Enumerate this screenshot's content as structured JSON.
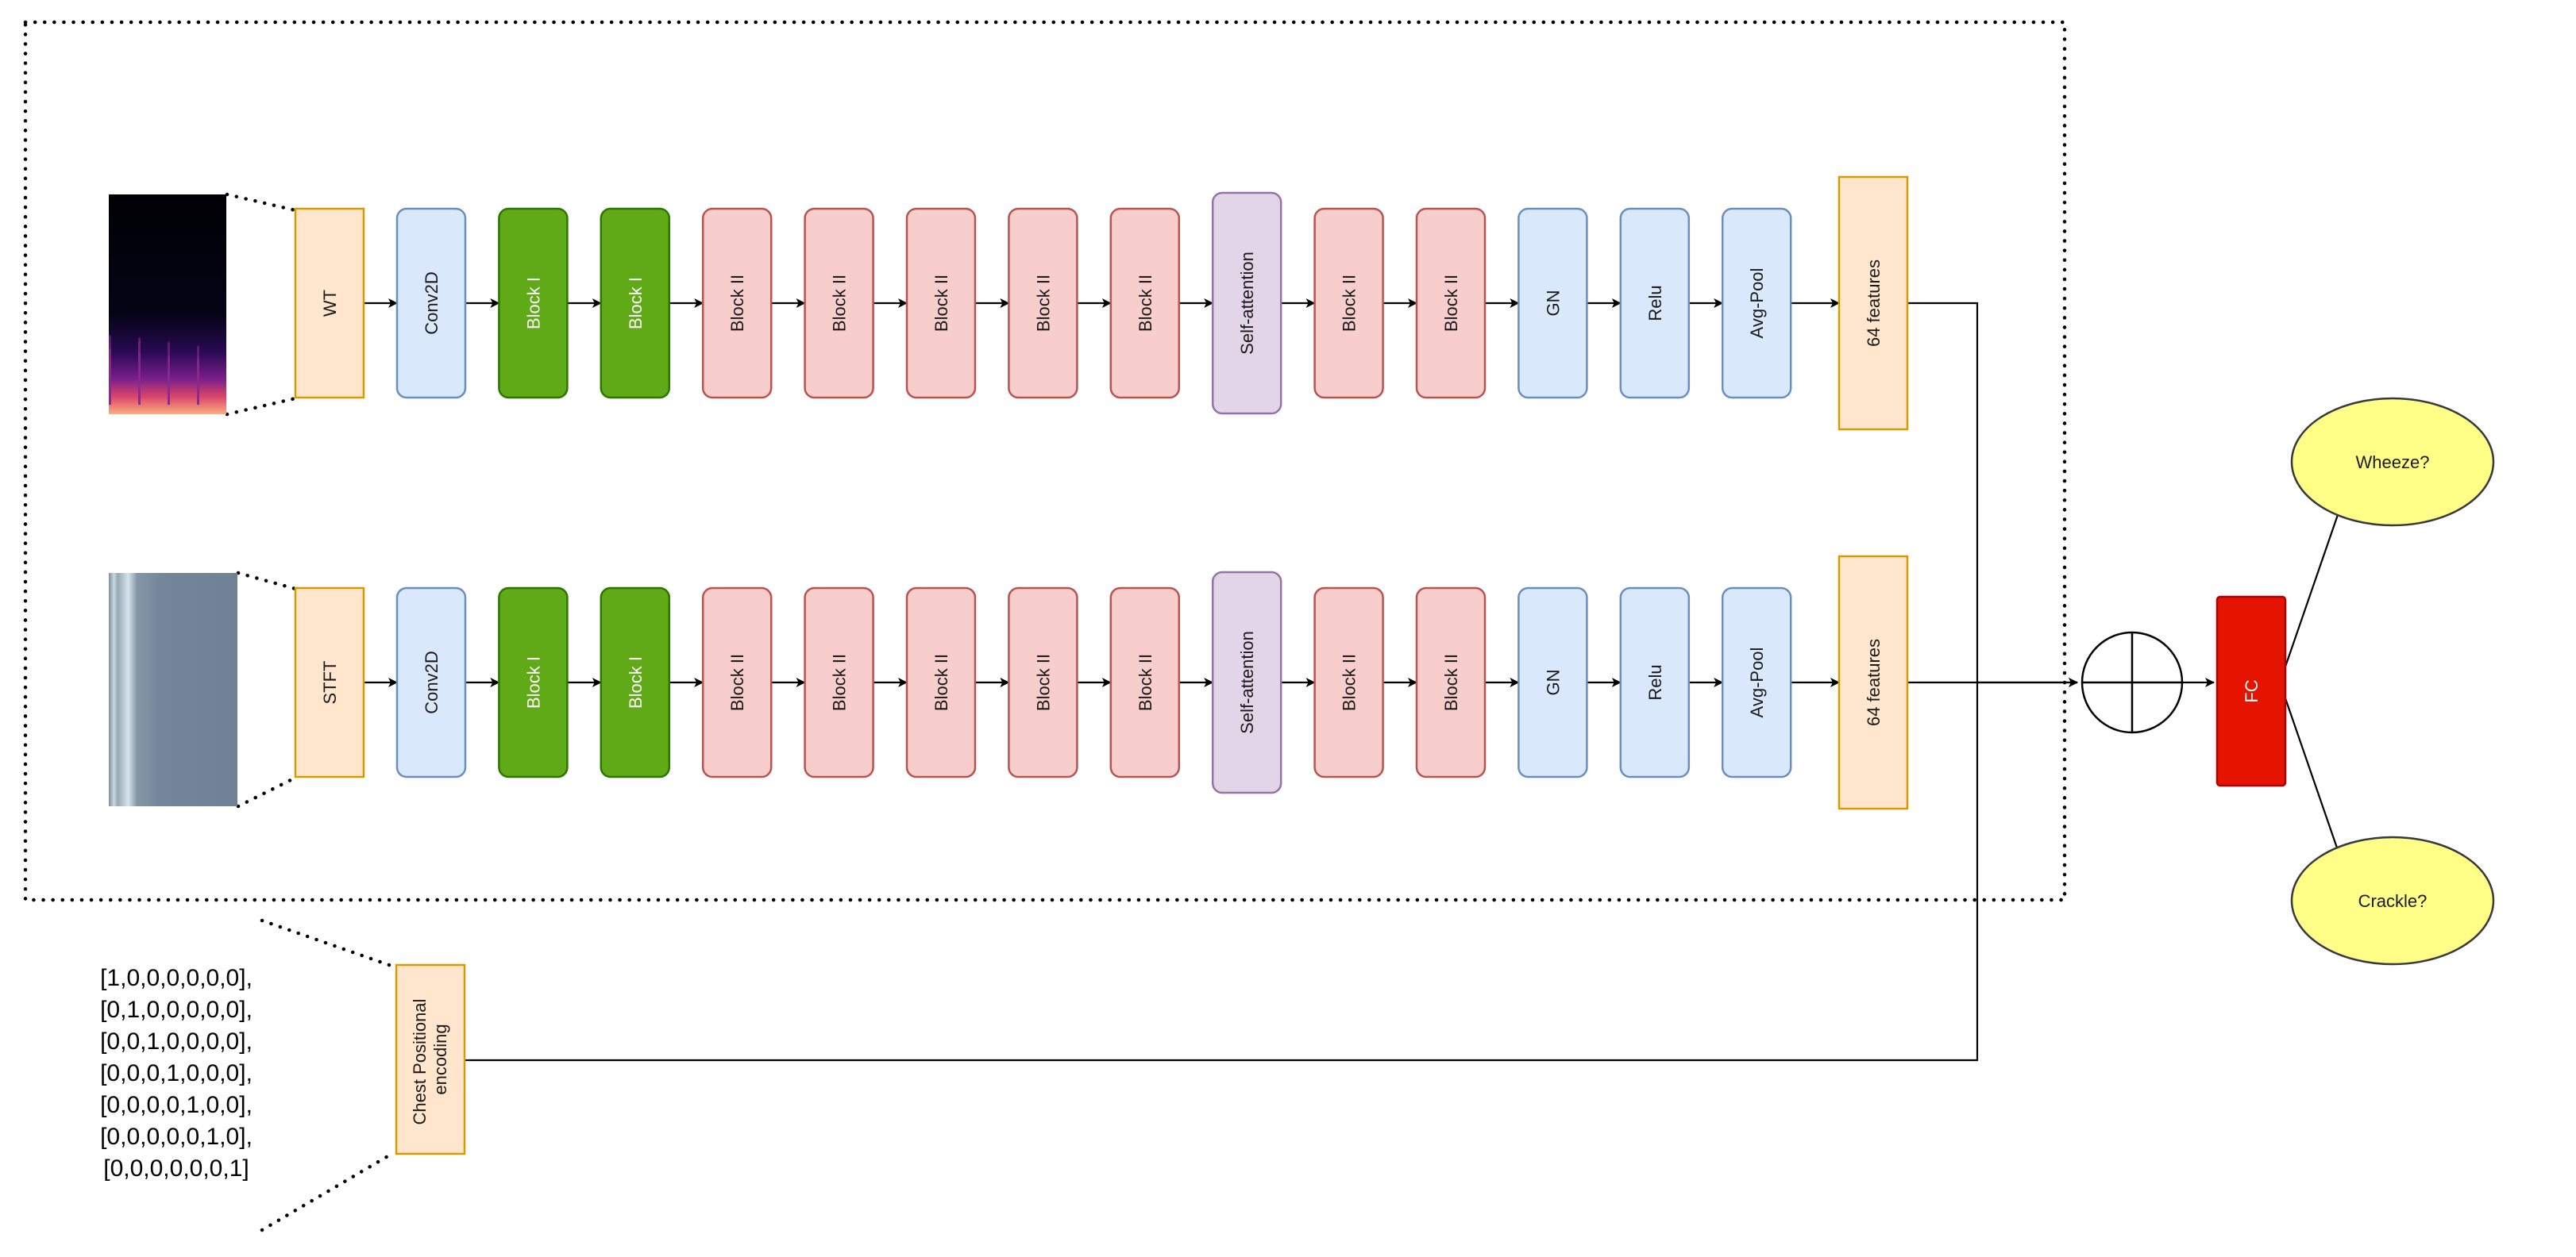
{
  "colors": {
    "input": {
      "fill": "#ffe6cc",
      "stroke": "#d79b00"
    },
    "blue": {
      "fill": "#dae8fc",
      "stroke": "#6c8ebf"
    },
    "green": {
      "fill": "#60a917",
      "stroke": "#2d7600"
    },
    "red": {
      "fill": "#f8cecc",
      "stroke": "#b85450"
    },
    "purple": {
      "fill": "#e1d5e7",
      "stroke": "#9673a6"
    },
    "fc": {
      "fill": "#e51400",
      "stroke": "#b20000"
    },
    "output": {
      "fill": "#ffff88",
      "stroke": "#36393d"
    }
  },
  "branches": [
    {
      "input_label": "WT",
      "spectrogram": "wavelet-spectrogram",
      "features_label": "64 features"
    },
    {
      "input_label": "STFT",
      "spectrogram": "stft-spectrogram",
      "features_label": "64 features"
    }
  ],
  "pipeline": [
    {
      "label": "Conv2D",
      "color": "blue"
    },
    {
      "label": "Block I",
      "color": "green"
    },
    {
      "label": "Block I",
      "color": "green"
    },
    {
      "label": "Block II",
      "color": "red"
    },
    {
      "label": "Block II",
      "color": "red"
    },
    {
      "label": "Block II",
      "color": "red"
    },
    {
      "label": "Block II",
      "color": "red"
    },
    {
      "label": "Block II",
      "color": "red"
    },
    {
      "label": "Self-attention",
      "color": "purple"
    },
    {
      "label": "Block II",
      "color": "red"
    },
    {
      "label": "Block II",
      "color": "red"
    },
    {
      "label": "GN",
      "color": "blue"
    },
    {
      "label": "Relu",
      "color": "blue"
    },
    {
      "label": "Avg-Pool",
      "color": "blue"
    }
  ],
  "positional": {
    "label_line1": "Chest Positional",
    "label_line2": "encoding",
    "vectors": [
      "[1,0,0,0,0,0,0],",
      "[0,1,0,0,0,0,0],",
      "[0,0,1,0,0,0,0],",
      "[0,0,0,1,0,0,0],",
      "[0,0,0,0,1,0,0],",
      "[0,0,0,0,0,1,0],",
      "[0,0,0,0,0,0,1]"
    ]
  },
  "fusion": {
    "symbol": "circle-plus"
  },
  "fc_label": "FC",
  "outputs": [
    "Wheeze?",
    "Crackle?"
  ]
}
